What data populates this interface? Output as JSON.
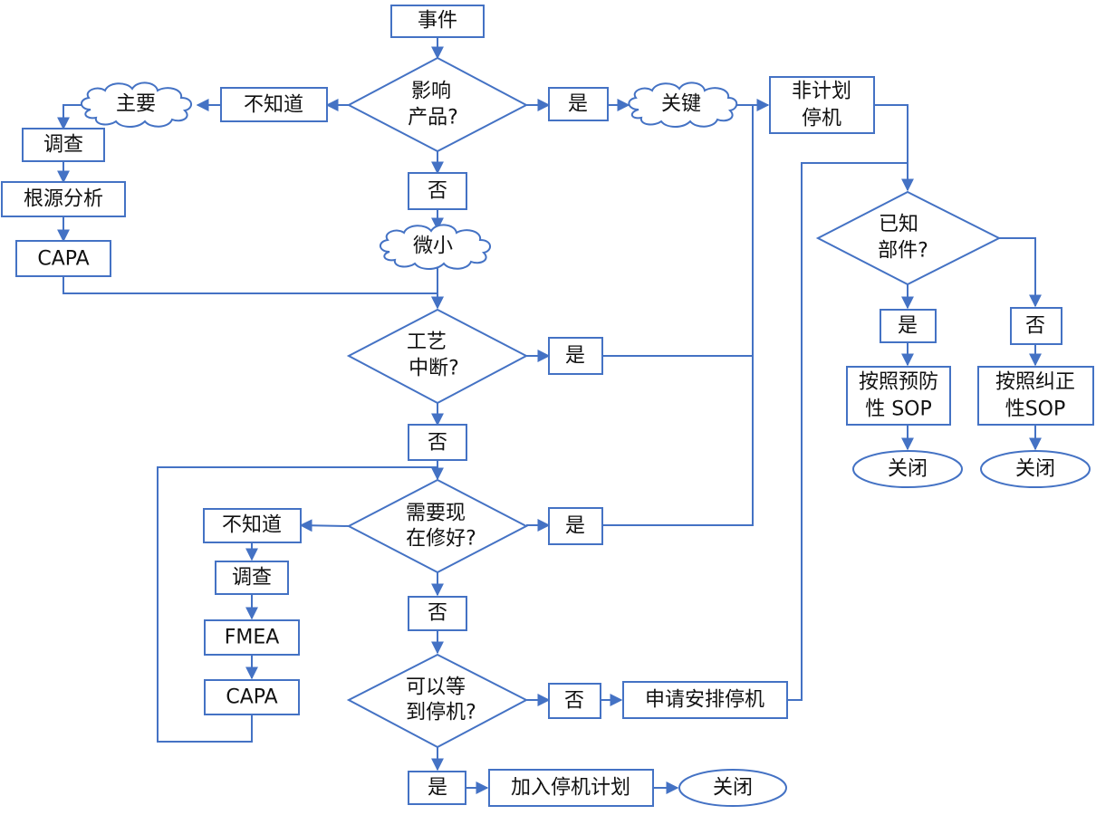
{
  "colors": {
    "stroke": "#4472C4",
    "text": "#111111",
    "fill": "#ffffff"
  },
  "nodes": {
    "event": "事件",
    "impact_product": [
      "影响",
      "产品?"
    ],
    "impact_unknown": "不知道",
    "major": "主要",
    "investigate_1": "调查",
    "root_cause": "根源分析",
    "capa_1": "CAPA",
    "impact_yes": "是",
    "critical": "关键",
    "unplanned_downtime": [
      "非计划",
      "停机"
    ],
    "impact_no": "否",
    "minor": "微小",
    "process_interrupt": [
      "工艺",
      "中断?"
    ],
    "process_yes": "是",
    "process_no": "否",
    "need_fix_now": [
      "需要现",
      "在修好?"
    ],
    "fix_unknown": "不知道",
    "investigate_2": "调查",
    "fmea": "FMEA",
    "capa_2": "CAPA",
    "fix_yes": "是",
    "fix_no": "否",
    "wait_downtime": [
      "可以等",
      "到停机?"
    ],
    "wait_no": "否",
    "request_downtime": "申请安排停机",
    "wait_yes": "是",
    "add_plan": "加入停机计划",
    "close_bottom": "关闭",
    "known_part": [
      "已知",
      "部件?"
    ],
    "part_yes": "是",
    "part_no": "否",
    "preventive_sop": [
      "按照预防",
      "性 SOP"
    ],
    "corrective_sop": [
      "按照纠正",
      "性SOP"
    ],
    "close_left": "关闭",
    "close_right": "关闭"
  }
}
